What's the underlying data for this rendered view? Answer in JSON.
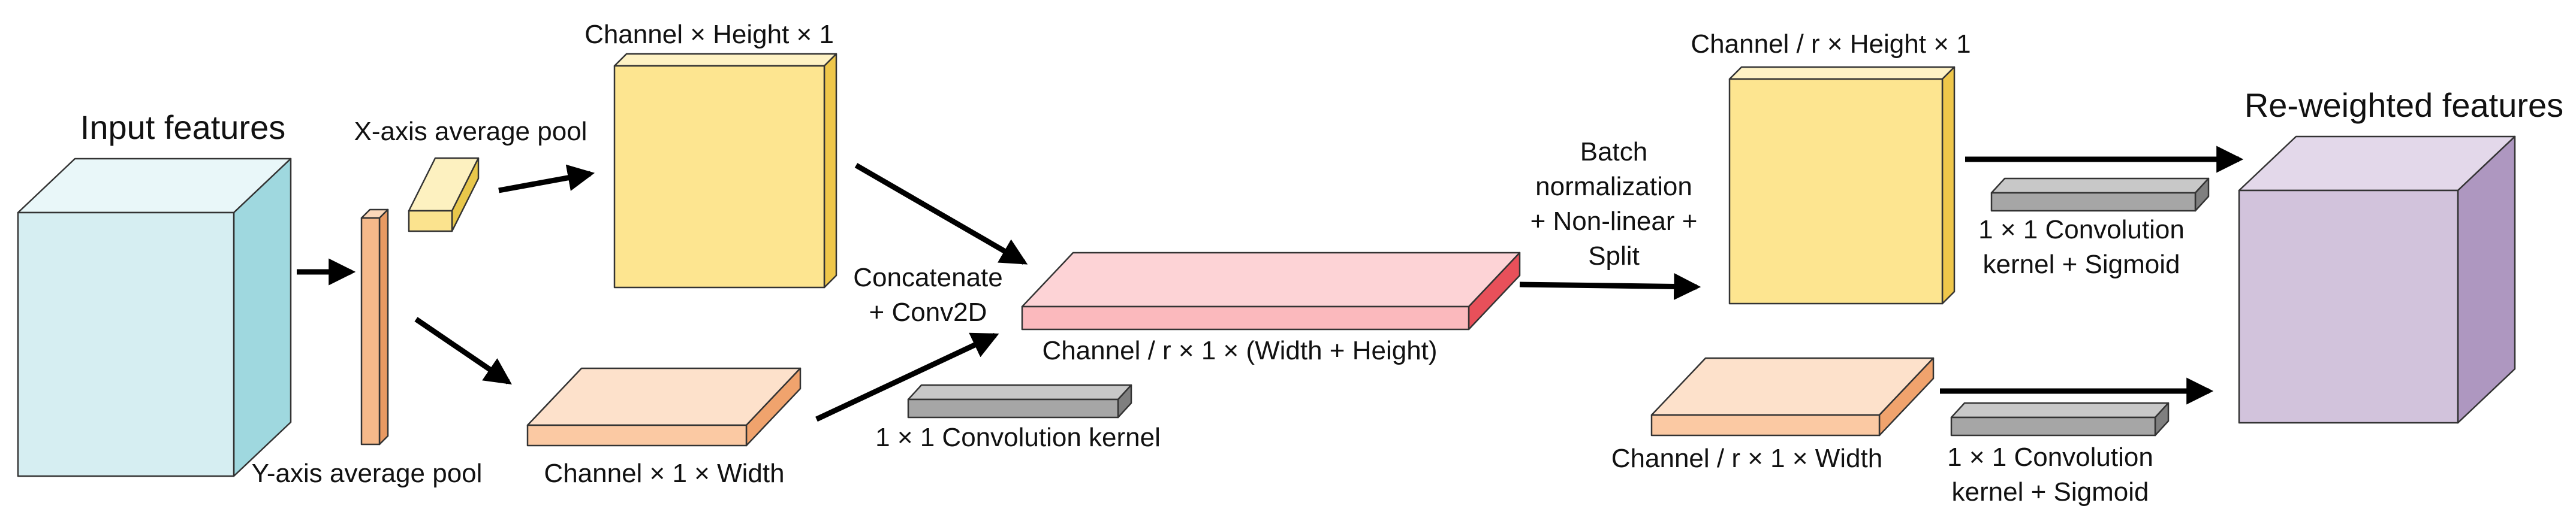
{
  "colors": {
    "input": {
      "front": "#d6eef2",
      "top": "#e9f7f9",
      "side": "#9fd8df"
    },
    "x_pool": {
      "front": "#fbe38e",
      "top": "#fdf1c0",
      "side": "#e8c74b"
    },
    "y_pool": {
      "front": "#f6b98a",
      "top": "#fbd7b9",
      "side": "#e99a63"
    },
    "channel_height": {
      "front": "#fde590",
      "top": "#fef2c4",
      "side": "#efc74a"
    },
    "channel_width": {
      "front": "#fbc9a3",
      "top": "#fde1cb",
      "side": "#f0a36d"
    },
    "concat": {
      "front": "#fbb9bd",
      "top": "#fdd3d6",
      "side": "#e8505a"
    },
    "kernel": {
      "front": "#a6a6a6",
      "top": "#c8c8c8",
      "side": "#7f7f7f"
    },
    "reduced_height": {
      "front": "#fde590",
      "top": "#fef2c4",
      "side": "#efc74a"
    },
    "reduced_width": {
      "front": "#fbc9a3",
      "top": "#fde1cb",
      "side": "#f0a36d"
    },
    "output": {
      "front": "#d2c3dc",
      "top": "#e3d8ea",
      "side": "#ae97c0"
    },
    "arrow": "#000000"
  },
  "labels": {
    "input_features": "Input features",
    "x_axis_pool": "X-axis average pool",
    "y_axis_pool": "Y-axis average pool",
    "channel_height": "Channel × Height × 1",
    "channel_width": "Channel × 1 × Width",
    "concat_line1": "Concatenate",
    "concat_line2": "+ Conv2D",
    "concat_dims": "Channel / r × 1 × (Width + Height)",
    "kernel_1x1": "1 × 1 Convolution kernel",
    "bn_line1": "Batch",
    "bn_line2": "normalization",
    "bn_line3": "+ Non-linear +",
    "bn_line4": "Split",
    "reduced_height": "Channel / r × Height × 1",
    "reduced_width": "Channel / r × 1 × Width",
    "sig_top_line1": "1 × 1 Convolution",
    "sig_top_line2": "kernel + Sigmoid",
    "sig_bottom_line1": "1 × 1 Convolution",
    "sig_bottom_line2": "kernel + Sigmoid",
    "output_features": "Re-weighted features"
  }
}
